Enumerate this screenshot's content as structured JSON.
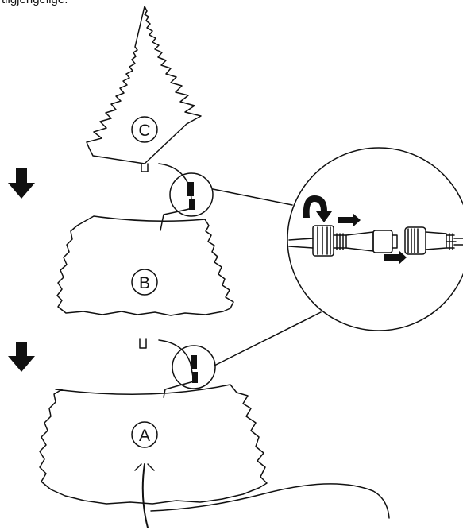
{
  "header_fragment": "tilgjengelige.",
  "sections": [
    {
      "id": "C",
      "label": "C"
    },
    {
      "id": "B",
      "label": "B"
    },
    {
      "id": "A",
      "label": "A"
    }
  ],
  "icons": [
    "down-arrow-icon",
    "rotate-arrow-icon",
    "right-arrow-icon"
  ],
  "colors": {
    "line": "#111111",
    "background": "#ffffff"
  }
}
